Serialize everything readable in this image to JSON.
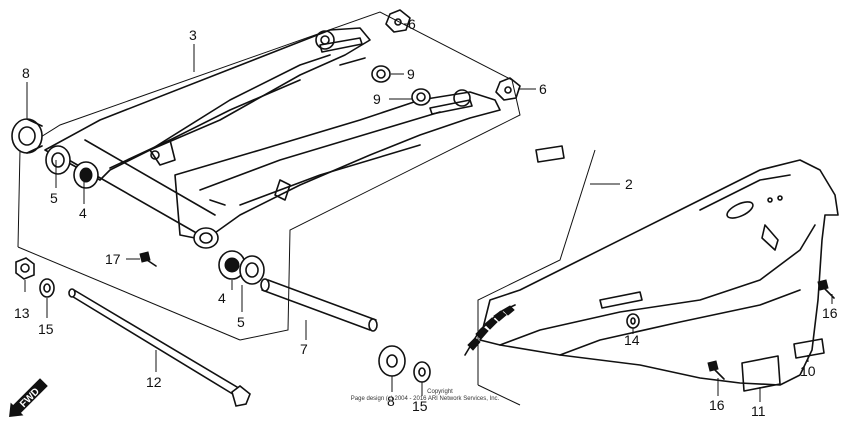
{
  "diagram": {
    "callouts": {
      "c2": "2",
      "c3": "3",
      "c4a": "4",
      "c4b": "4",
      "c5a": "5",
      "c5b": "5",
      "c6a": "6",
      "c6b": "6",
      "c7": "7",
      "c8a": "8",
      "c8b": "8",
      "c9a": "9",
      "c9b": "9",
      "c10": "10",
      "c11": "11",
      "c12": "12",
      "c13": "13",
      "c14": "14",
      "c15a": "15",
      "c15b": "15",
      "c16a": "16",
      "c16b": "16",
      "c17": "17"
    },
    "fwd_label": "FWD",
    "copyright_line1": "Copyright",
    "copyright_line2": "Page design (c) 2004 - 2016 ARI Network Services, Inc."
  }
}
